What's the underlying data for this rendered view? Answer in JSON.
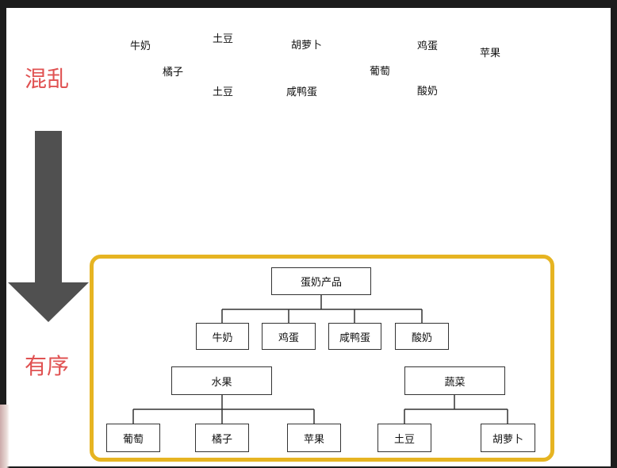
{
  "headings": {
    "chaos": "混乱",
    "order": "有序"
  },
  "scattered_words": [
    "牛奶",
    "土豆",
    "胡萝卜",
    "鸡蛋",
    "苹果",
    "橘子",
    "葡萄",
    "土豆",
    "咸鸭蛋",
    "酸奶"
  ],
  "tree": {
    "root": "蛋奶产品",
    "dairy_children": [
      "牛奶",
      "鸡蛋",
      "咸鸭蛋",
      "酸奶"
    ],
    "fruit": {
      "label": "水果",
      "children": [
        "葡萄",
        "橘子",
        "苹果"
      ]
    },
    "vegetable": {
      "label": "蔬菜",
      "children": [
        "土豆",
        "胡萝卜"
      ]
    }
  },
  "colors": {
    "heading": "#e05252",
    "frame": "#e6b422",
    "arrow": "#505050"
  }
}
